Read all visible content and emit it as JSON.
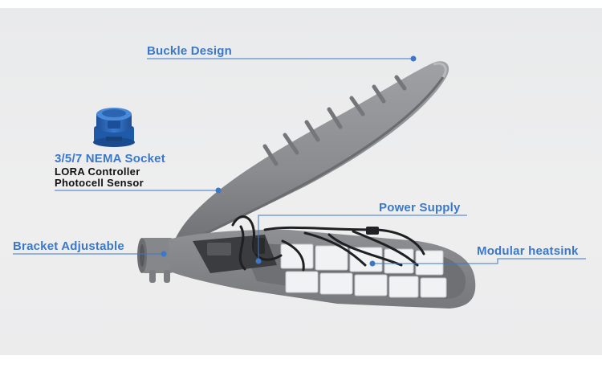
{
  "labels": {
    "buckle_design": "Buckle Design",
    "nema_socket": "3/5/7 NEMA Socket",
    "lora_controller": "LORA Controller",
    "photocell_sensor": "Photocell Sensor",
    "power_supply": "Power Supply",
    "bracket_adjustable": "Bracket Adjustable",
    "modular_heatsink": "Modular heatsink"
  },
  "colors": {
    "accent": "#3b78c9",
    "background": "#ececed",
    "housing": "#8f9194",
    "sensor": "#2a66b8"
  },
  "icons": [
    "photocell-sensor-icon",
    "street-light-fixture"
  ]
}
